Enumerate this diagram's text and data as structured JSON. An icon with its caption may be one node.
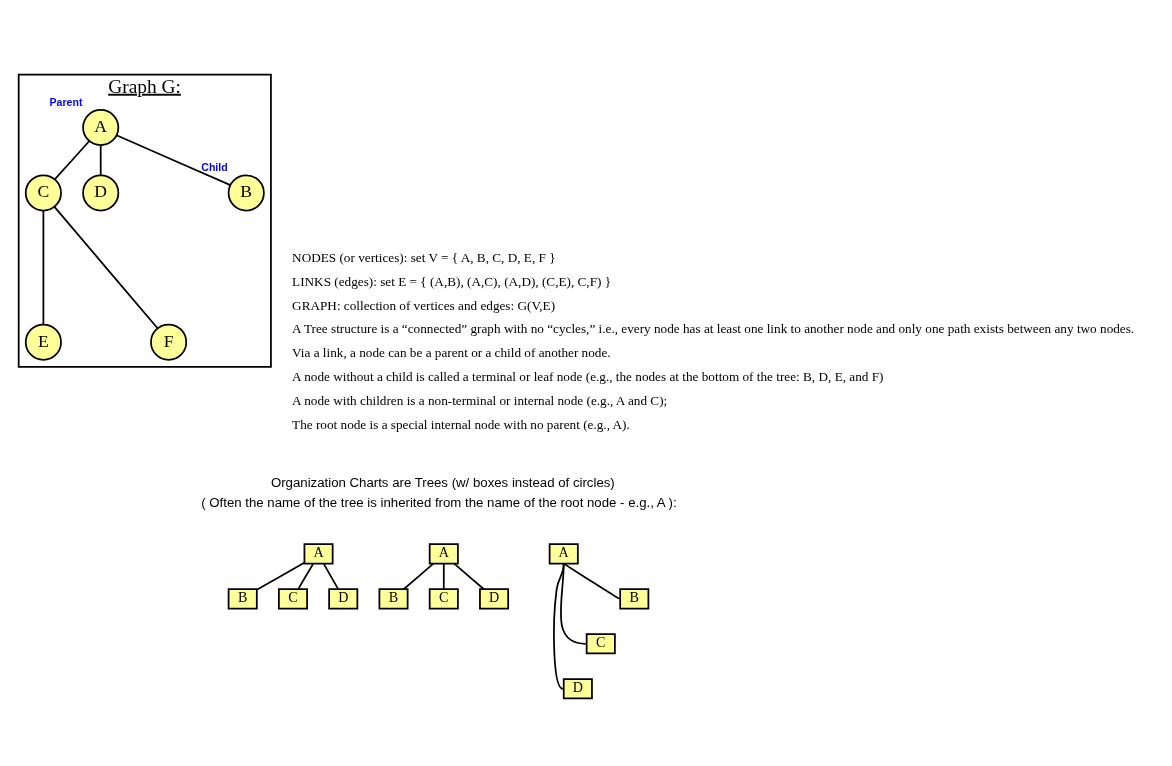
{
  "diagram": {
    "nodes": [
      {
        "text": [
          "Graph G:"
        ]
      },
      {
        "text": [
          "A"
        ],
        "in": 0,
        "beside": [
          "Parent"
        ]
      },
      {
        "text": [
          "B"
        ],
        "in": 0,
        "beside": [
          "Child"
        ]
      },
      {
        "text": [
          "C"
        ],
        "in": 0
      },
      {
        "text": [
          "D"
        ],
        "in": 0
      },
      {
        "text": [
          "E"
        ],
        "in": 0
      },
      {
        "text": [
          "F"
        ],
        "in": 0
      },
      {
        "text": [
          "A"
        ]
      },
      {
        "text": [
          "B"
        ]
      },
      {
        "text": [
          "C"
        ]
      },
      {
        "text": [
          "D"
        ]
      },
      {
        "text": [
          "A"
        ]
      },
      {
        "text": [
          "B"
        ]
      },
      {
        "text": [
          "C"
        ]
      },
      {
        "text": [
          "D"
        ]
      },
      {
        "text": [
          "A"
        ]
      },
      {
        "text": [
          "B"
        ]
      },
      {
        "text": [
          "C"
        ]
      },
      {
        "text": [
          "D"
        ]
      }
    ],
    "edges": [
      {
        "from": 1,
        "to": 2,
        "arrow": "none"
      },
      {
        "from": 1,
        "to": 3,
        "arrow": "none"
      },
      {
        "from": 1,
        "to": 4,
        "arrow": "none"
      },
      {
        "from": 3,
        "to": 5,
        "arrow": "none"
      },
      {
        "from": 3,
        "to": 6,
        "arrow": "none"
      },
      {
        "from": 7,
        "to": 8,
        "arrow": "none"
      },
      {
        "from": 7,
        "to": 9,
        "arrow": "none"
      },
      {
        "from": 7,
        "to": 10,
        "arrow": "none"
      },
      {
        "from": 11,
        "to": 12,
        "arrow": "none"
      },
      {
        "from": 11,
        "to": 13,
        "arrow": "none"
      },
      {
        "from": 11,
        "to": 14,
        "arrow": "none"
      },
      {
        "from": 15,
        "to": 16,
        "arrow": "none"
      },
      {
        "from": 15,
        "to": 17,
        "arrow": "none"
      },
      {
        "from": 15,
        "to": 18,
        "arrow": "none"
      }
    ],
    "labels": [
      "NODES (or vertices): set V = { A, B, C, D, E, F }",
      "LINKS (edges): set E = { (A,B), (A,C), (A,D), (C,E), C,F) }",
      "GRAPH: collection of vertices and edges: G(V,E)",
      "A Tree structure is a “connected” graph with no “cycles,” i.e., every node has at least one link to another node and only one path exists between any two nodes.",
      "Via a link, a node can be a parent or a child of another node.",
      "A node without a child is called a terminal or leaf node (e.g., the nodes at the bottom of the tree: B, D, E, and F)",
      "A node with children is a non-terminal or internal node (e.g., A and C);",
      "The root node is a special internal node with no parent (e.g., A).",
      "Organization Charts are Trees (w/ boxes instead of circles)",
      "( Often the name of the tree is inherited from the name of the root node - e.g., A ):"
    ]
  }
}
